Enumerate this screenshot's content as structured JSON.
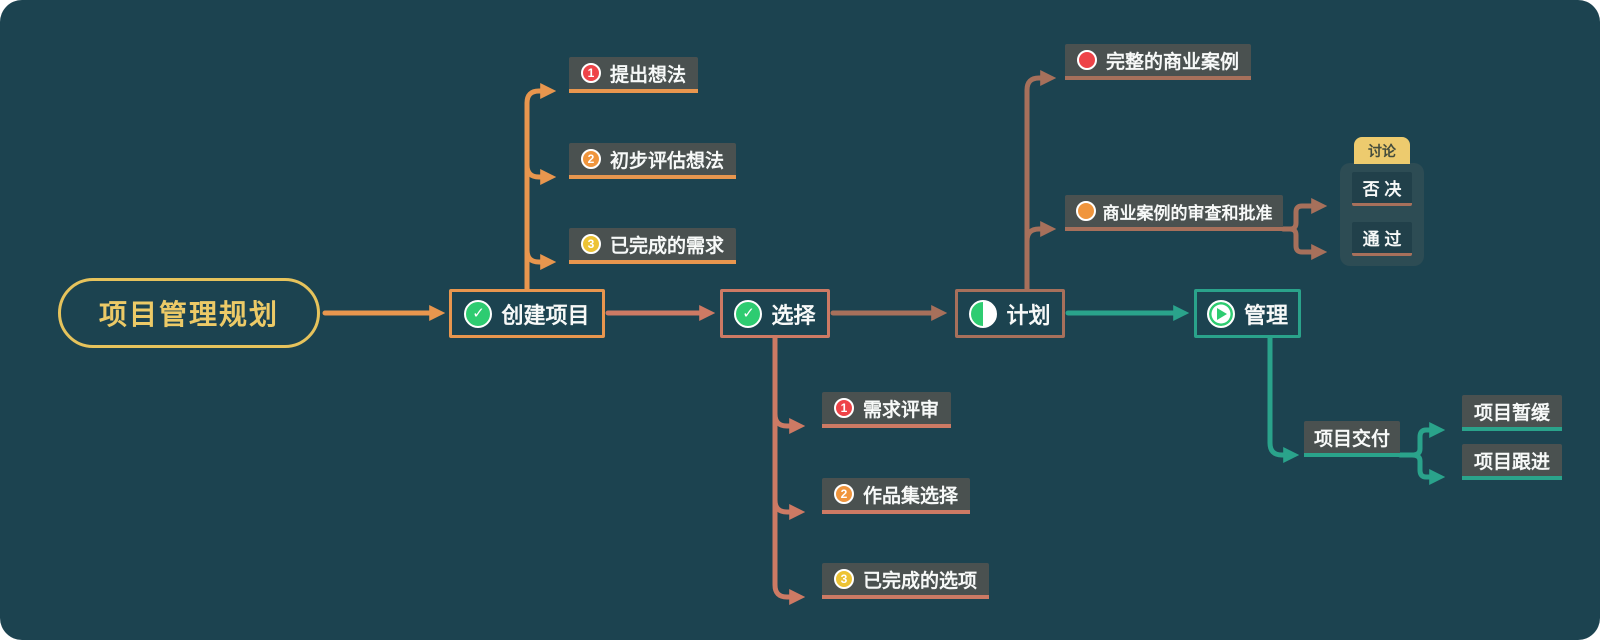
{
  "root": {
    "label": "项目管理规划"
  },
  "stages": {
    "create": {
      "label": "创建项目",
      "icon": "check-circle-icon"
    },
    "select": {
      "label": "选择",
      "icon": "check-circle-icon"
    },
    "plan": {
      "label": "计划",
      "icon": "half-circle-icon"
    },
    "manage": {
      "label": "管理",
      "icon": "play-circle-icon"
    }
  },
  "create_items": [
    {
      "num": "1",
      "label": "提出想法"
    },
    {
      "num": "2",
      "label": "初步评估想法"
    },
    {
      "num": "3",
      "label": "已完成的需求"
    }
  ],
  "select_items": [
    {
      "num": "1",
      "label": "需求评审"
    },
    {
      "num": "2",
      "label": "作品集选择"
    },
    {
      "num": "3",
      "label": "已完成的选项"
    }
  ],
  "plan_items": {
    "business_case": {
      "label": "完整的商业案例",
      "dot": "red-dot-icon"
    },
    "review": {
      "label": "商业案例的审查和批准",
      "dot": "orange-dot-icon"
    }
  },
  "review_outcomes": {
    "tag": "讨论",
    "items": [
      {
        "label": "否 决"
      },
      {
        "label": "通 过"
      }
    ]
  },
  "delivery": {
    "label": "项目交付",
    "items": [
      {
        "label": "项目暂缓"
      },
      {
        "label": "项目跟进"
      }
    ]
  },
  "colors": {
    "background": "#1c4350",
    "root_yellow": "#e6c35c",
    "branch_orange": "#e8964e",
    "branch_salmon": "#cd7a64",
    "branch_brown": "#a7705b",
    "branch_teal": "#2aa38b",
    "item_gray": "#4a5150",
    "green_check": "#2ecc71",
    "badge_red": "#ee4348",
    "badge_orange": "#f0953d",
    "badge_yellow": "#edc335",
    "tag_yellow": "#edcb6e",
    "group_bg": "#2d4c54"
  }
}
